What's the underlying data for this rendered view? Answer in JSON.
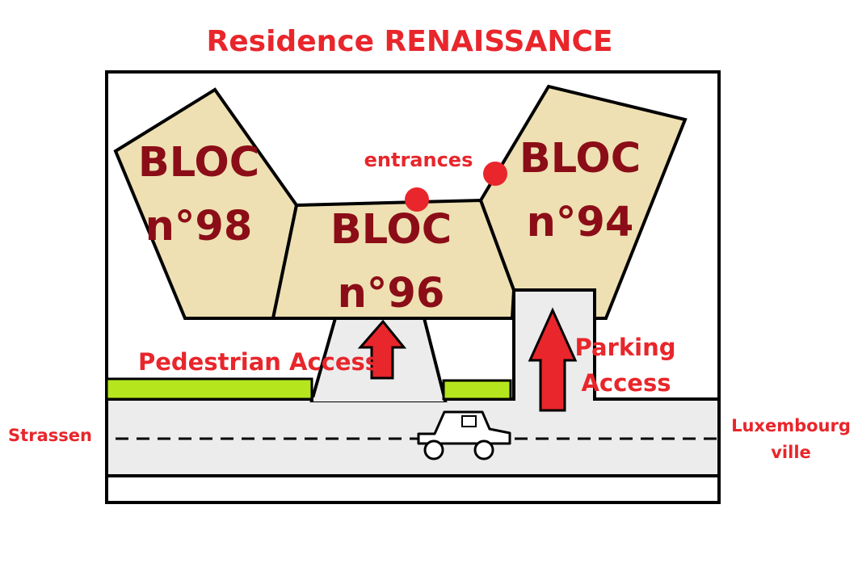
{
  "title": "Residence RENAISSANCE",
  "blocs": [
    {
      "line1": "BLOC",
      "line2": "n°98"
    },
    {
      "line1": "BLOC",
      "line2": "n°96"
    },
    {
      "line1": "BLOC",
      "line2": "n°94"
    }
  ],
  "labels": {
    "entrances": "entrances",
    "pedestrian_access": "Pedestrian Access",
    "parking_line1": "Parking",
    "parking_line2": "Access",
    "left_city": "Strassen",
    "right_city_line1": "Luxembourg",
    "right_city_line2": "ville"
  },
  "colors": {
    "accent_red": "#e8262b",
    "bloc_text": "#8b0d17",
    "building_fill": "#eee0b2",
    "grass": "#b5e61d",
    "road": "#ececec"
  }
}
